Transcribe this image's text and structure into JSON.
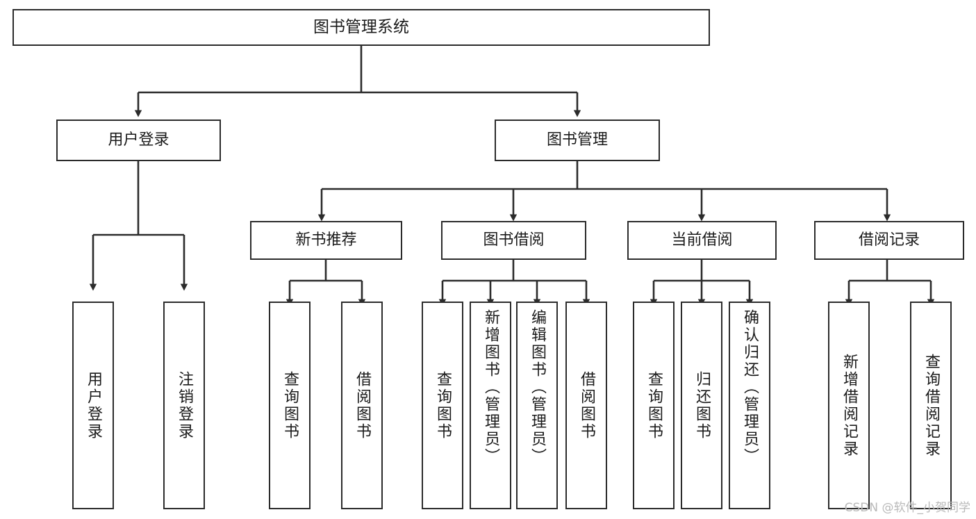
{
  "diagram": {
    "type": "tree-hierarchy-chart",
    "title": "图书管理系统",
    "orientation": "top-down",
    "line_color": "#2b2b2b",
    "box_fill": "#ffffff",
    "text_color": "#1a1a1a"
  },
  "root": {
    "label": "图书管理系统"
  },
  "level1": [
    {
      "label": "用户登录"
    },
    {
      "label": "图书管理"
    }
  ],
  "level2": [
    {
      "label": "新书推荐"
    },
    {
      "label": "图书借阅"
    },
    {
      "label": "当前借阅"
    },
    {
      "label": "借阅记录"
    }
  ],
  "leaves": {
    "user_login": [
      {
        "label": "用户登录"
      },
      {
        "label": "注销登录"
      }
    ],
    "new_book_recommend": [
      {
        "label": "查询图书"
      },
      {
        "label": "借阅图书"
      }
    ],
    "book_borrow": [
      {
        "label": "查询图书"
      },
      {
        "label": "新增图书（管理员）"
      },
      {
        "label": "编辑图书（管理员）"
      },
      {
        "label": "借阅图书"
      }
    ],
    "current_borrow": [
      {
        "label": "查询图书"
      },
      {
        "label": "归还图书"
      },
      {
        "label": "确认归还（管理员）"
      }
    ],
    "borrow_record": [
      {
        "label": "新增借阅记录"
      },
      {
        "label": "查询借阅记录"
      }
    ]
  },
  "watermark": {
    "text": "CSDN @软件_小贺同学"
  }
}
